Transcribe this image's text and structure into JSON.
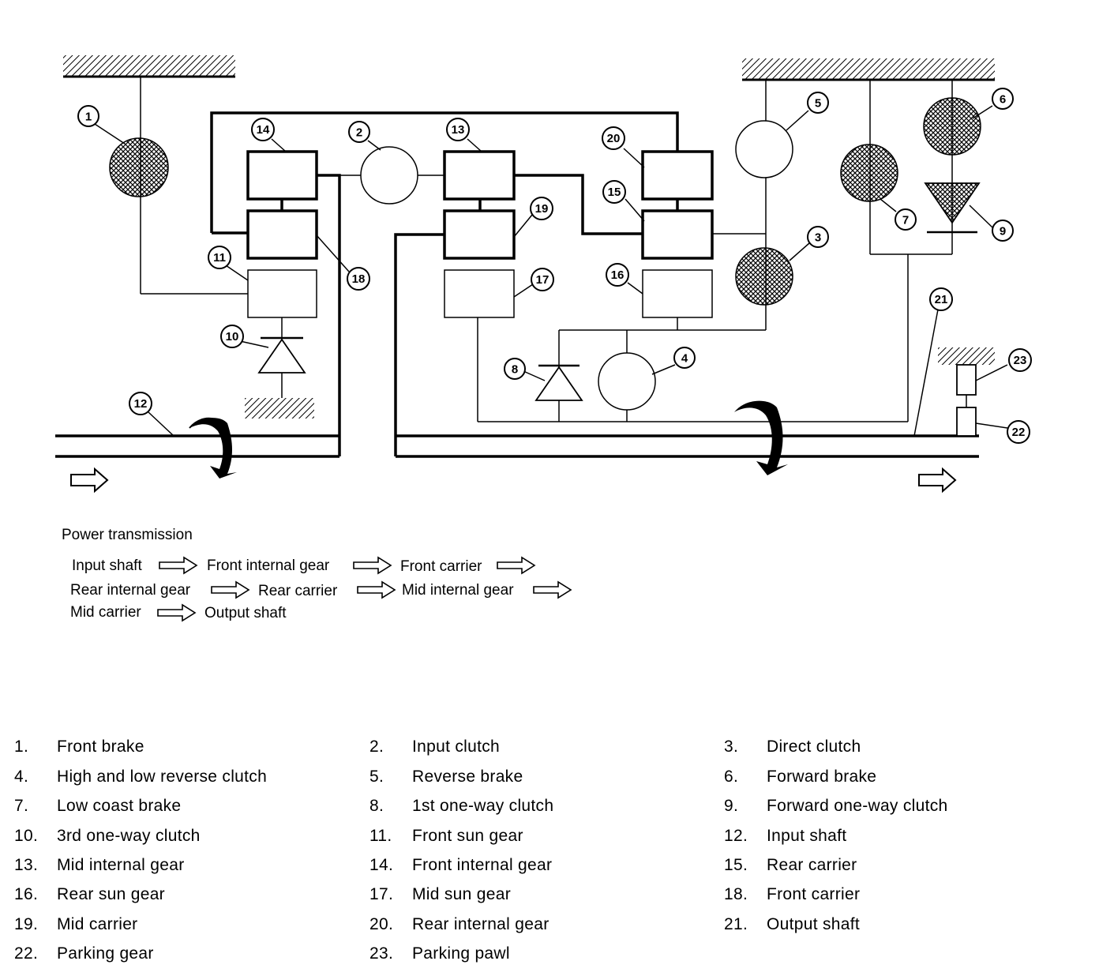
{
  "callouts": [
    "1",
    "2",
    "3",
    "4",
    "5",
    "6",
    "7",
    "8",
    "9",
    "10",
    "11",
    "12",
    "13",
    "14",
    "15",
    "16",
    "17",
    "18",
    "19",
    "20",
    "21",
    "22",
    "23"
  ],
  "power_transmission": {
    "title": "Power transmission",
    "line1": [
      "Input shaft",
      "Front internal gear",
      "Front carrier"
    ],
    "line2": [
      "Rear internal gear",
      "Rear carrier",
      "Mid internal gear"
    ],
    "line3": [
      "Mid carrier",
      "Output shaft"
    ]
  },
  "legend": [
    {
      "num": "1.",
      "label": "Front brake"
    },
    {
      "num": "2.",
      "label": "Input clutch"
    },
    {
      "num": "3.",
      "label": "Direct clutch"
    },
    {
      "num": "4.",
      "label": "High and low reverse clutch"
    },
    {
      "num": "5.",
      "label": "Reverse brake"
    },
    {
      "num": "6.",
      "label": "Forward brake"
    },
    {
      "num": "7.",
      "label": "Low coast brake"
    },
    {
      "num": "8.",
      "label": "1st one-way clutch"
    },
    {
      "num": "9.",
      "label": "Forward one-way clutch"
    },
    {
      "num": "10.",
      "label": "3rd one-way clutch"
    },
    {
      "num": "11.",
      "label": "Front sun gear"
    },
    {
      "num": "12.",
      "label": "Input shaft"
    },
    {
      "num": "13.",
      "label": "Mid internal gear"
    },
    {
      "num": "14.",
      "label": "Front internal gear"
    },
    {
      "num": "15.",
      "label": "Rear carrier"
    },
    {
      "num": "16.",
      "label": "Rear sun gear"
    },
    {
      "num": "17.",
      "label": "Mid sun gear"
    },
    {
      "num": "18.",
      "label": "Front carrier"
    },
    {
      "num": "19.",
      "label": "Mid carrier"
    },
    {
      "num": "20.",
      "label": "Rear internal gear"
    },
    {
      "num": "21.",
      "label": "Output shaft"
    },
    {
      "num": "22.",
      "label": "Parking gear"
    },
    {
      "num": "23.",
      "label": "Parking pawl"
    }
  ]
}
